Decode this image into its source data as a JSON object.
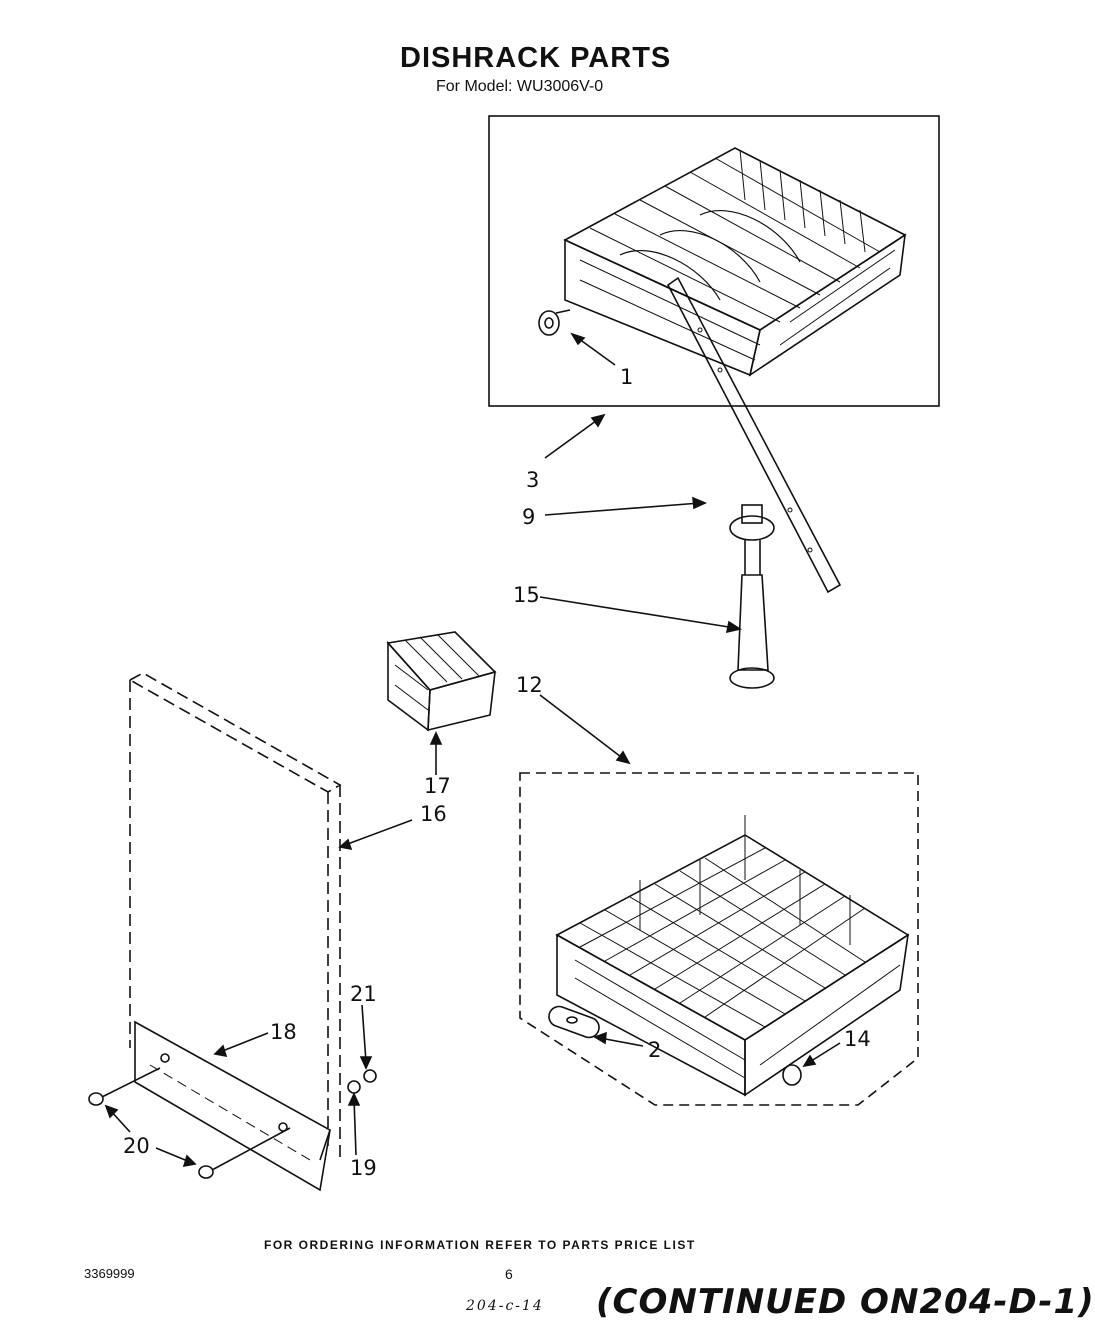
{
  "header": {
    "title": "DISHRACK PARTS",
    "subtitle": "For Model: WU3006V-0"
  },
  "callouts": {
    "c1": "1",
    "c2": "2",
    "c3": "3",
    "c9": "9",
    "c12": "12",
    "c14": "14",
    "c15": "15",
    "c16": "16",
    "c17": "17",
    "c18": "18",
    "c19": "19",
    "c20": "20",
    "c21": "21"
  },
  "footer": {
    "ordering_note": "FOR ORDERING INFORMATION REFER TO PARTS PRICE LIST",
    "doc_number": "3369999",
    "page_number": "6",
    "handwritten_ref": "204-c-14",
    "continued": "(CONTINUED ON204-D-1)"
  }
}
